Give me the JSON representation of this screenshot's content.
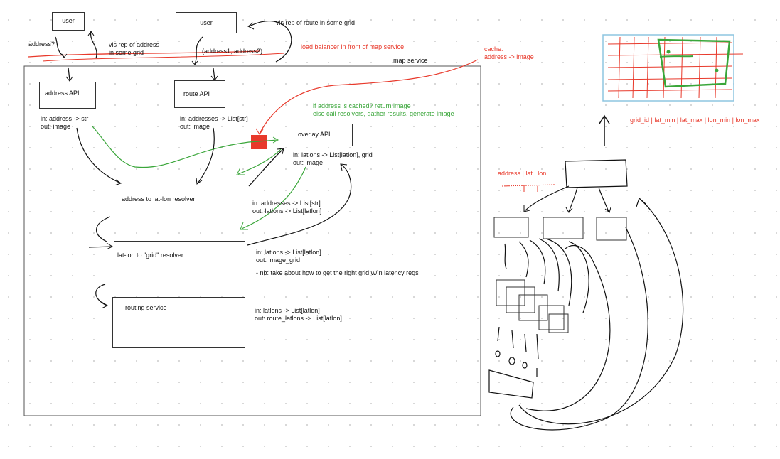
{
  "colors": {
    "ink": "#111111",
    "red": "#e8392b",
    "green": "#3aa63a",
    "map_border": "#8ec5e0",
    "dot_grid": "#bbbbbb"
  },
  "users": {
    "user1": "user",
    "user2": "user"
  },
  "notes": {
    "address_q": "address?",
    "vis_rep_address": "vis rep of address\nin some grid",
    "address_pair": "(address1, address2)",
    "vis_rep_route": "vis rep of route in some grid",
    "load_balancer": "load balancer in front of map service",
    "cache": "cache:\naddress -> image",
    "map_service": "map service",
    "cache_logic": "if address is cached? return image\nelse call resolvers, gather results, generate image"
  },
  "components": {
    "address_api": "address API",
    "route_api": "route API",
    "overlay_api": "overlay API",
    "addr_resolver": "address to lat-lon resolver",
    "grid_resolver": "lat-lon to \"grid\" resolver",
    "routing_service": "routing service"
  },
  "io": {
    "address_api": "in: address -> str\nout: image",
    "route_api": "in: addresses -> List[str]\nout: image",
    "overlay_api": "in: latlons -> List[latlon], grid\nout: image",
    "addr_resolver": "in: addresses -> List[str]\nout: latlons -> List[latlon]",
    "grid_resolver": "in: latlons -> List[latlon]\nout: image_grid",
    "grid_note": "- nb: take about how to get the right grid w/in latency reqs",
    "routing_service": "in: latlons -> List[latlon]\nout: route_latlons -> List[latlon]"
  },
  "right_side": {
    "grid_schema": "grid_id | lat_min | lat_max | lon_min | lon_max",
    "address_schema": "address | lat | lon"
  }
}
